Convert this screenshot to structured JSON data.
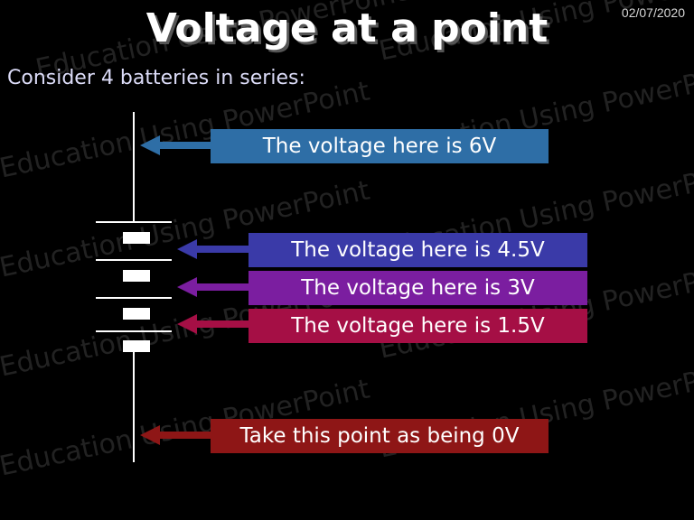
{
  "slide": {
    "date": "02/07/2020",
    "title": "Voltage at a point",
    "subtitle": "Consider 4 batteries in series:"
  },
  "watermark": {
    "text": "Education Using PowerPoint"
  },
  "labels": [
    {
      "text": "The voltage here is 6V",
      "color": "#2e6ea6"
    },
    {
      "text": "The voltage here is 4.5V",
      "color": "#3a3aa8"
    },
    {
      "text": "The voltage here is 3V",
      "color": "#7b1ea0"
    },
    {
      "text": "The voltage here is 1.5V",
      "color": "#a50f45"
    },
    {
      "text": "Take this point as being 0V",
      "color": "#8e1616"
    }
  ],
  "colors": {
    "background": "#000000",
    "wire": "#ffffff",
    "arrow_6v": "#2e6ea6",
    "arrow_4_5v": "#3a3aa8",
    "arrow_3v": "#7b1ea0",
    "arrow_1_5v": "#a50f45",
    "arrow_0v": "#8e1616"
  }
}
